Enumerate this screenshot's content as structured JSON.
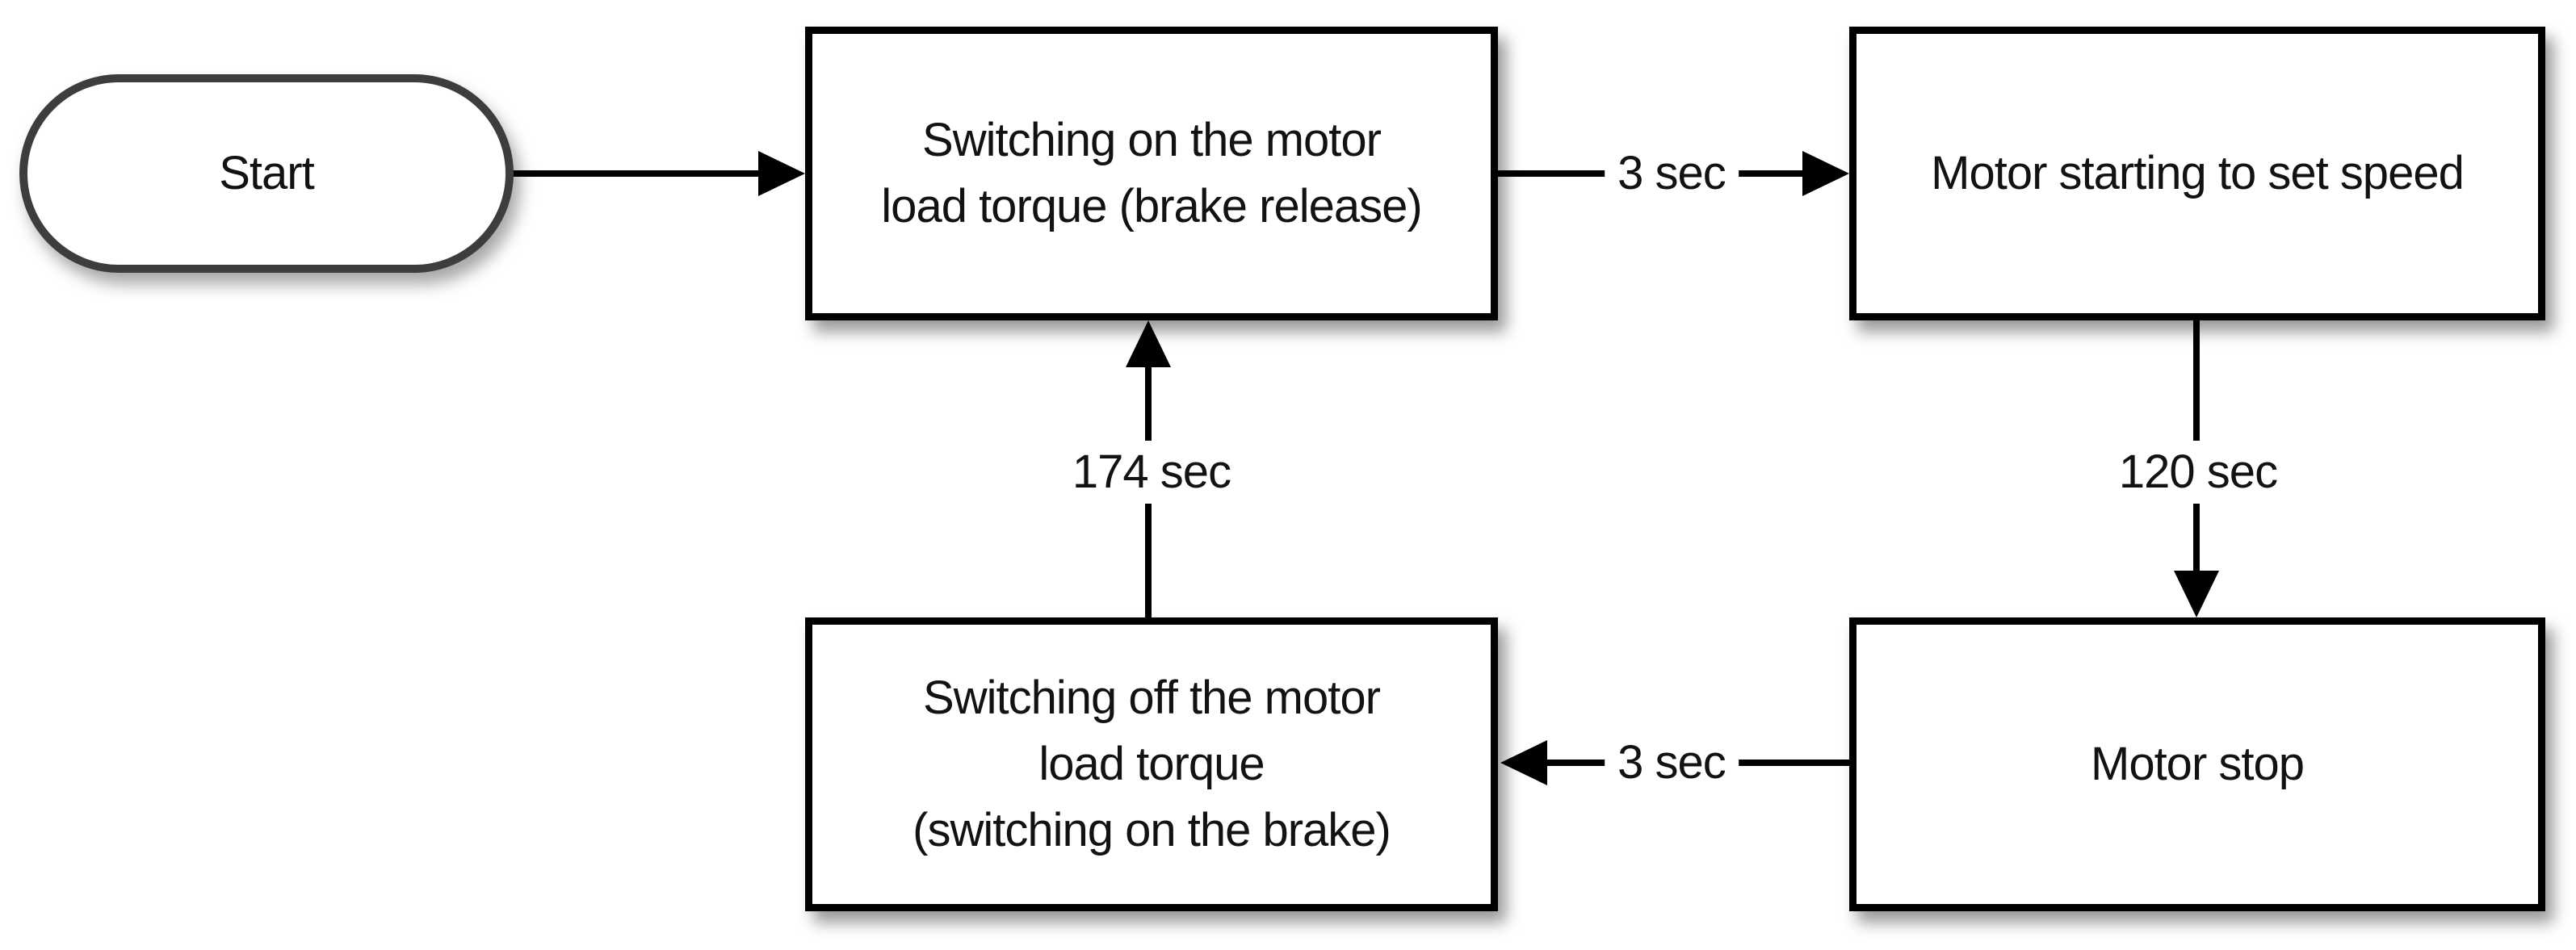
{
  "diagram": {
    "type": "flowchart",
    "background": "#ffffff",
    "colors": {
      "process_border": "#000000",
      "terminator_border": "#3d3d3d",
      "edge_stroke": "#000000",
      "text": "#121212"
    },
    "nodes": {
      "start": {
        "shape": "terminator",
        "label": "Start"
      },
      "switch_on": {
        "shape": "process",
        "label": "Switching on the motor load torque (brake release)",
        "lines": [
          "Switching on the motor",
          "load torque (brake release)"
        ]
      },
      "motor_start": {
        "shape": "process",
        "label": "Motor starting to set speed",
        "lines": [
          "Motor starting to set speed"
        ]
      },
      "motor_stop": {
        "shape": "process",
        "label": "Motor stop",
        "lines": [
          "Motor stop"
        ]
      },
      "switch_off": {
        "shape": "process",
        "label": "Switching off the motor load torque (switching on the brake)",
        "lines": [
          "Switching off the motor",
          "load torque",
          "(switching on the brake)"
        ]
      }
    },
    "edges": {
      "start_to_switch_on": {
        "from": "start",
        "to": "switch_on",
        "label": ""
      },
      "switch_on_to_motor_start": {
        "from": "switch_on",
        "to": "motor_start",
        "label": "3 sec"
      },
      "motor_start_to_motor_stop": {
        "from": "motor_start",
        "to": "motor_stop",
        "label": "120 sec"
      },
      "motor_stop_to_switch_off": {
        "from": "motor_stop",
        "to": "switch_off",
        "label": "3 sec"
      },
      "switch_off_to_switch_on": {
        "from": "switch_off",
        "to": "switch_on",
        "label": "174 sec"
      }
    }
  }
}
